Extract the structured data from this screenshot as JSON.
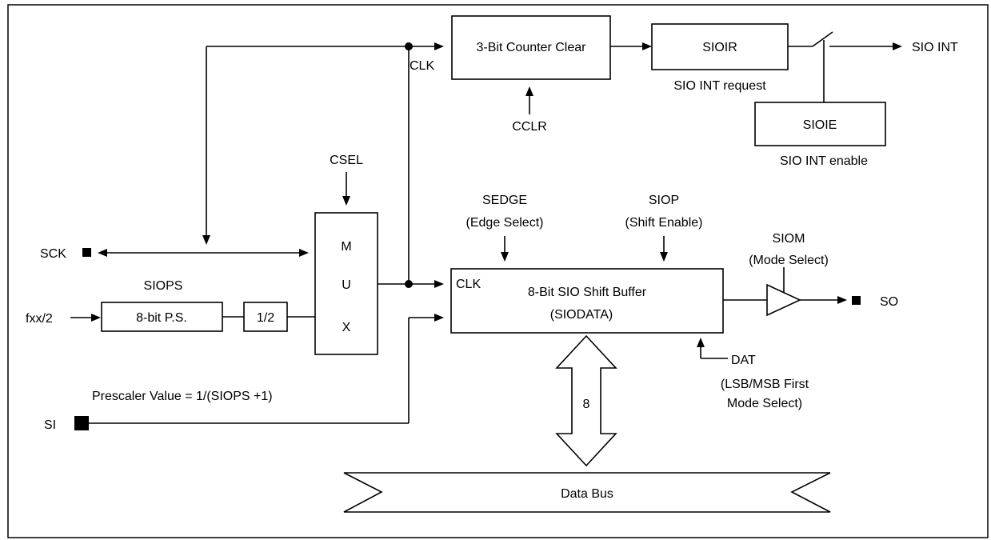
{
  "blocks": {
    "counter": "3-Bit Counter Clear",
    "sioir": "SIOIR",
    "sioir_caption": "SIO INT request",
    "sioie": "SIOIE",
    "sioie_caption": "SIO INT enable",
    "prescaler": "8-bit P.S.",
    "divider": "1/2",
    "mux_letters": [
      "M",
      "U",
      "X"
    ],
    "shift_buffer_line1": "8-Bit SIO Shift Buffer",
    "shift_buffer_line2": "(SIODATA)",
    "shift_clk": "CLK",
    "data_bus": "Data Bus",
    "bus_width": "8"
  },
  "signals": {
    "sio_int": "SIO INT",
    "clk": "CLK",
    "cclr": "CCLR",
    "csel": "CSEL",
    "sck": "SCK",
    "siops": "SIOPS",
    "fxx": "fxx/2",
    "si": "SI",
    "so": "SO",
    "sedge_name": "SEDGE",
    "sedge_desc": "(Edge Select)",
    "siop_name": "SIOP",
    "siop_desc": "(Shift Enable)",
    "siom_name": "SIOM",
    "siom_desc": "(Mode Select)",
    "dat_name": "DAT",
    "dat_desc1": "(LSB/MSB First",
    "dat_desc2": "Mode Select)",
    "prescaler_formula": "Prescaler  Value = 1/(SIOPS +1)"
  }
}
